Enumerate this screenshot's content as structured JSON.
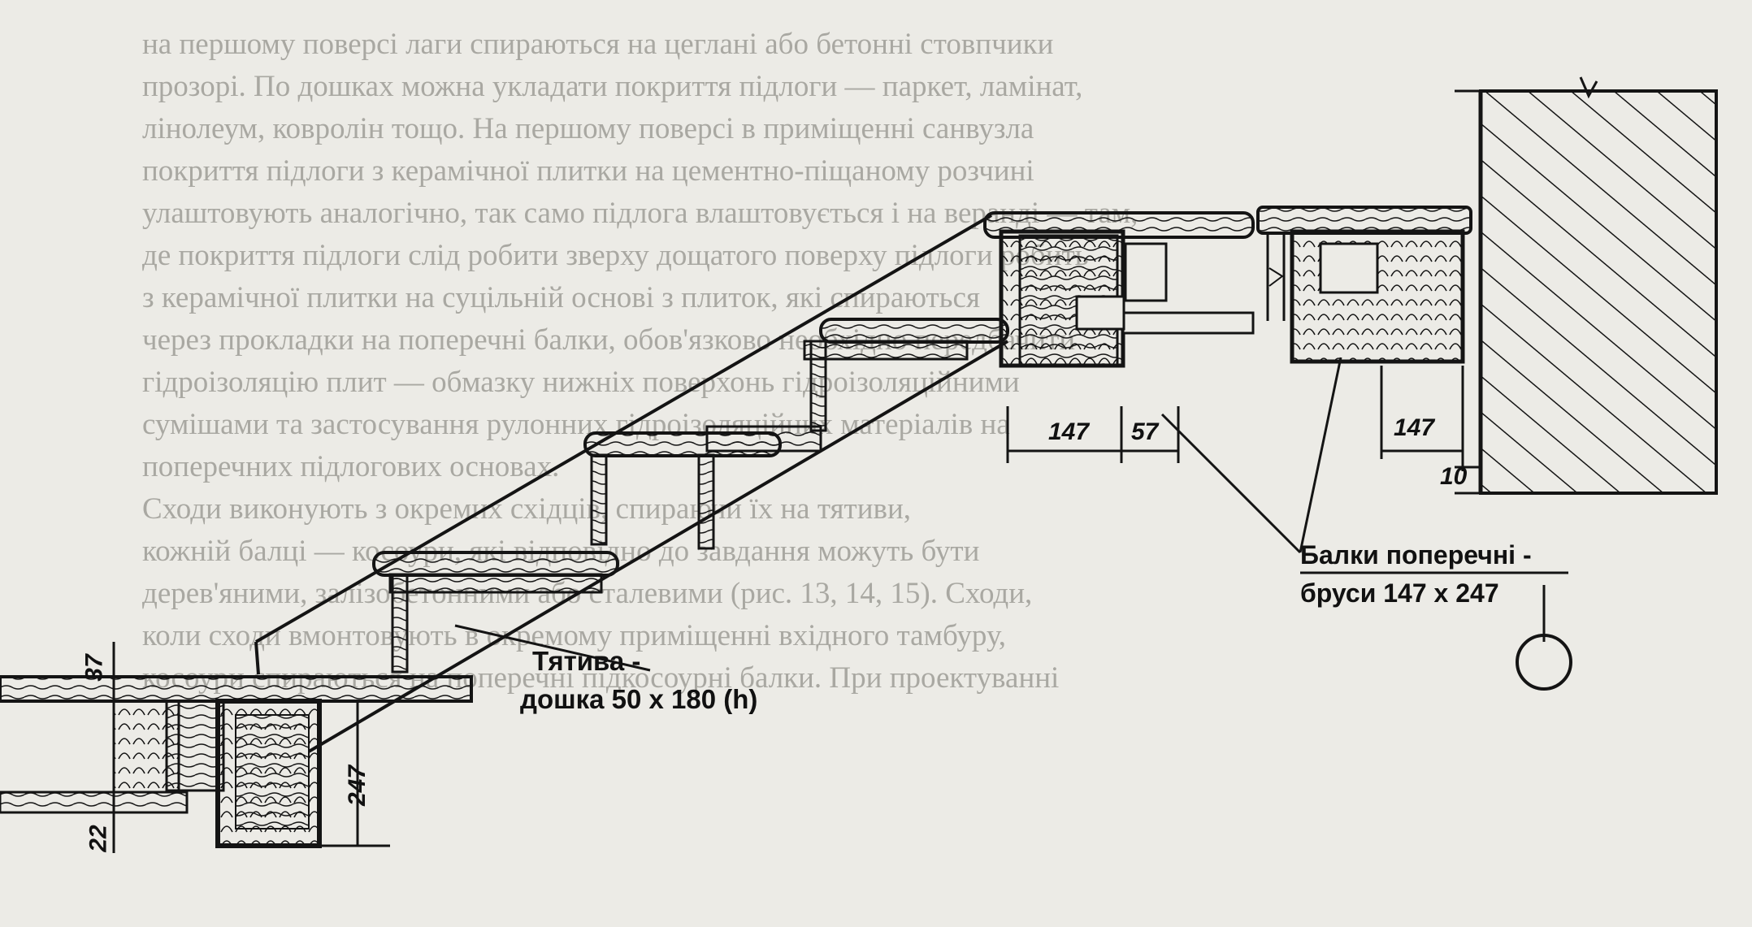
{
  "background_text": [
    "на першому поверсі лаги спираються на цеглані або бетонні стовпчики",
    "прозорі. По дошках можна укладати покриття підлоги — паркет, ламінат,",
    "лінолеум, ковролін тощо. На першому поверсі в приміщенні санвузла",
    "покриття підлоги з керамічної плитки на цементно-піщаному розчині",
    "улаштовують аналогічно, так само підлога влаштовується і на веранді — там,",
    "де покриття підлоги слід робити зверху дощатого поверху підлоги робить",
    "з керамічної плитки на суцільній основі з плиток, які спираються",
    "через прокладки на поперечні балки, обов'язково необхідно передбачити",
    "гідроізоляцію плит — обмазку нижніх поверхонь гідроізоляційними",
    "сумішами та застосування рулонних гідроізоляційних матеріалів на",
    "поперечних підлогових основах.",
    "Сходи виконують з окремих східців, спираючи їх на тятиви,",
    "кожній балці — косоури, які відповідно до завдання можуть бути",
    "дерев'яними, залізобетонними або сталевими (рис. 13, 14, 15). Сходи,",
    "коли сходи вмонтовують в окремому приміщенні вхідного тамбуру,",
    "косоури спираються на поперечні підкосоурні балки. При проектуванні"
  ],
  "labels": {
    "beams_line1": "Балки поперечні -",
    "beams_line2": "бруси 147 х 247",
    "stringer_line1": "Тятива -",
    "stringer_line2": "дошка 50 х 180 (h)"
  },
  "dimensions": {
    "d37": "37",
    "d247": "247",
    "d22": "22",
    "d147_left": "147",
    "d57": "57",
    "d147_right": "147",
    "d10": "10"
  },
  "colors": {
    "ink": "#141414",
    "paper": "#ecebe6",
    "faded_text": "#a9a8a2"
  }
}
